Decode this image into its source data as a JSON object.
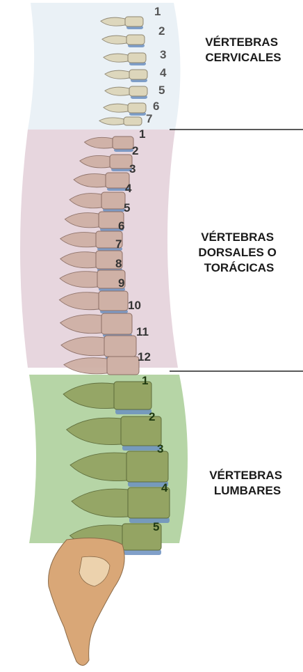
{
  "colors": {
    "cervical_band": "#eaf1f6",
    "thoracic_band": "#e7d6de",
    "lumbar_band": "#b6d5a6",
    "cervical_bone": "#ddd6bb",
    "thoracic_bone": "#cfb1a6",
    "lumbar_bone": "#94a463",
    "disc": "#6b8fbf",
    "sacrum": "#d9a777",
    "separator": "#222222"
  },
  "regions": [
    {
      "key": "cervical",
      "title_lines": [
        "VÉRTEBRAS",
        "CERVICALES"
      ],
      "numbers": [
        "1",
        "2",
        "3",
        "4",
        "5",
        "6",
        "7"
      ],
      "number_color": "#555555"
    },
    {
      "key": "thoracic",
      "title_lines": [
        "VÉRTEBRAS",
        "DORSALES O",
        "TORÁCICAS"
      ],
      "numbers": [
        "1",
        "2",
        "3",
        "4",
        "5",
        "6",
        "7",
        "8",
        "9",
        "10",
        "11",
        "12"
      ],
      "number_color": "#333333"
    },
    {
      "key": "lumbar",
      "title_lines": [
        "VÉRTEBRAS",
        "LUMBARES"
      ],
      "numbers": [
        "1",
        "2",
        "3",
        "4",
        "5"
      ],
      "number_color": "#1f3a10"
    }
  ]
}
